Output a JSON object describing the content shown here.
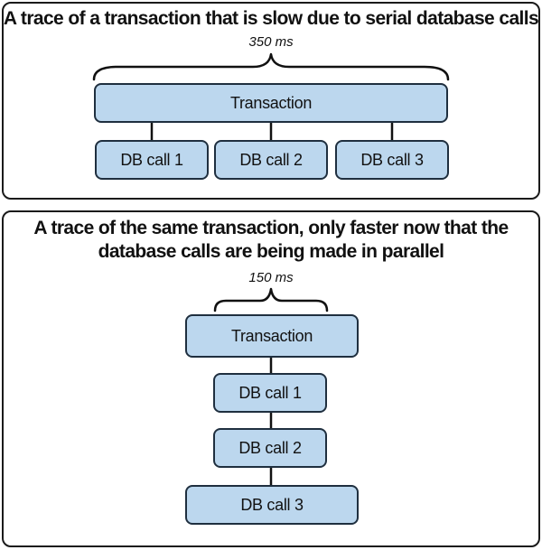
{
  "top_panel": {
    "title": "A trace of a transaction that is slow due to serial database calls",
    "duration": "350 ms",
    "transaction_label": "Transaction",
    "db_calls": [
      "DB call 1",
      "DB call 2",
      "DB call 3"
    ]
  },
  "bottom_panel": {
    "title_line1": "A trace of the same transaction, only faster now that the",
    "title_line2": "database calls are being made in parallel",
    "duration": "150 ms",
    "transaction_label": "Transaction",
    "db_calls": [
      "DB call 1",
      "DB call 2",
      "DB call 3"
    ]
  },
  "colors": {
    "box_fill": "#bcd7ee",
    "box_border": "#1f2f3f",
    "panel_border": "#1a1a1a"
  }
}
